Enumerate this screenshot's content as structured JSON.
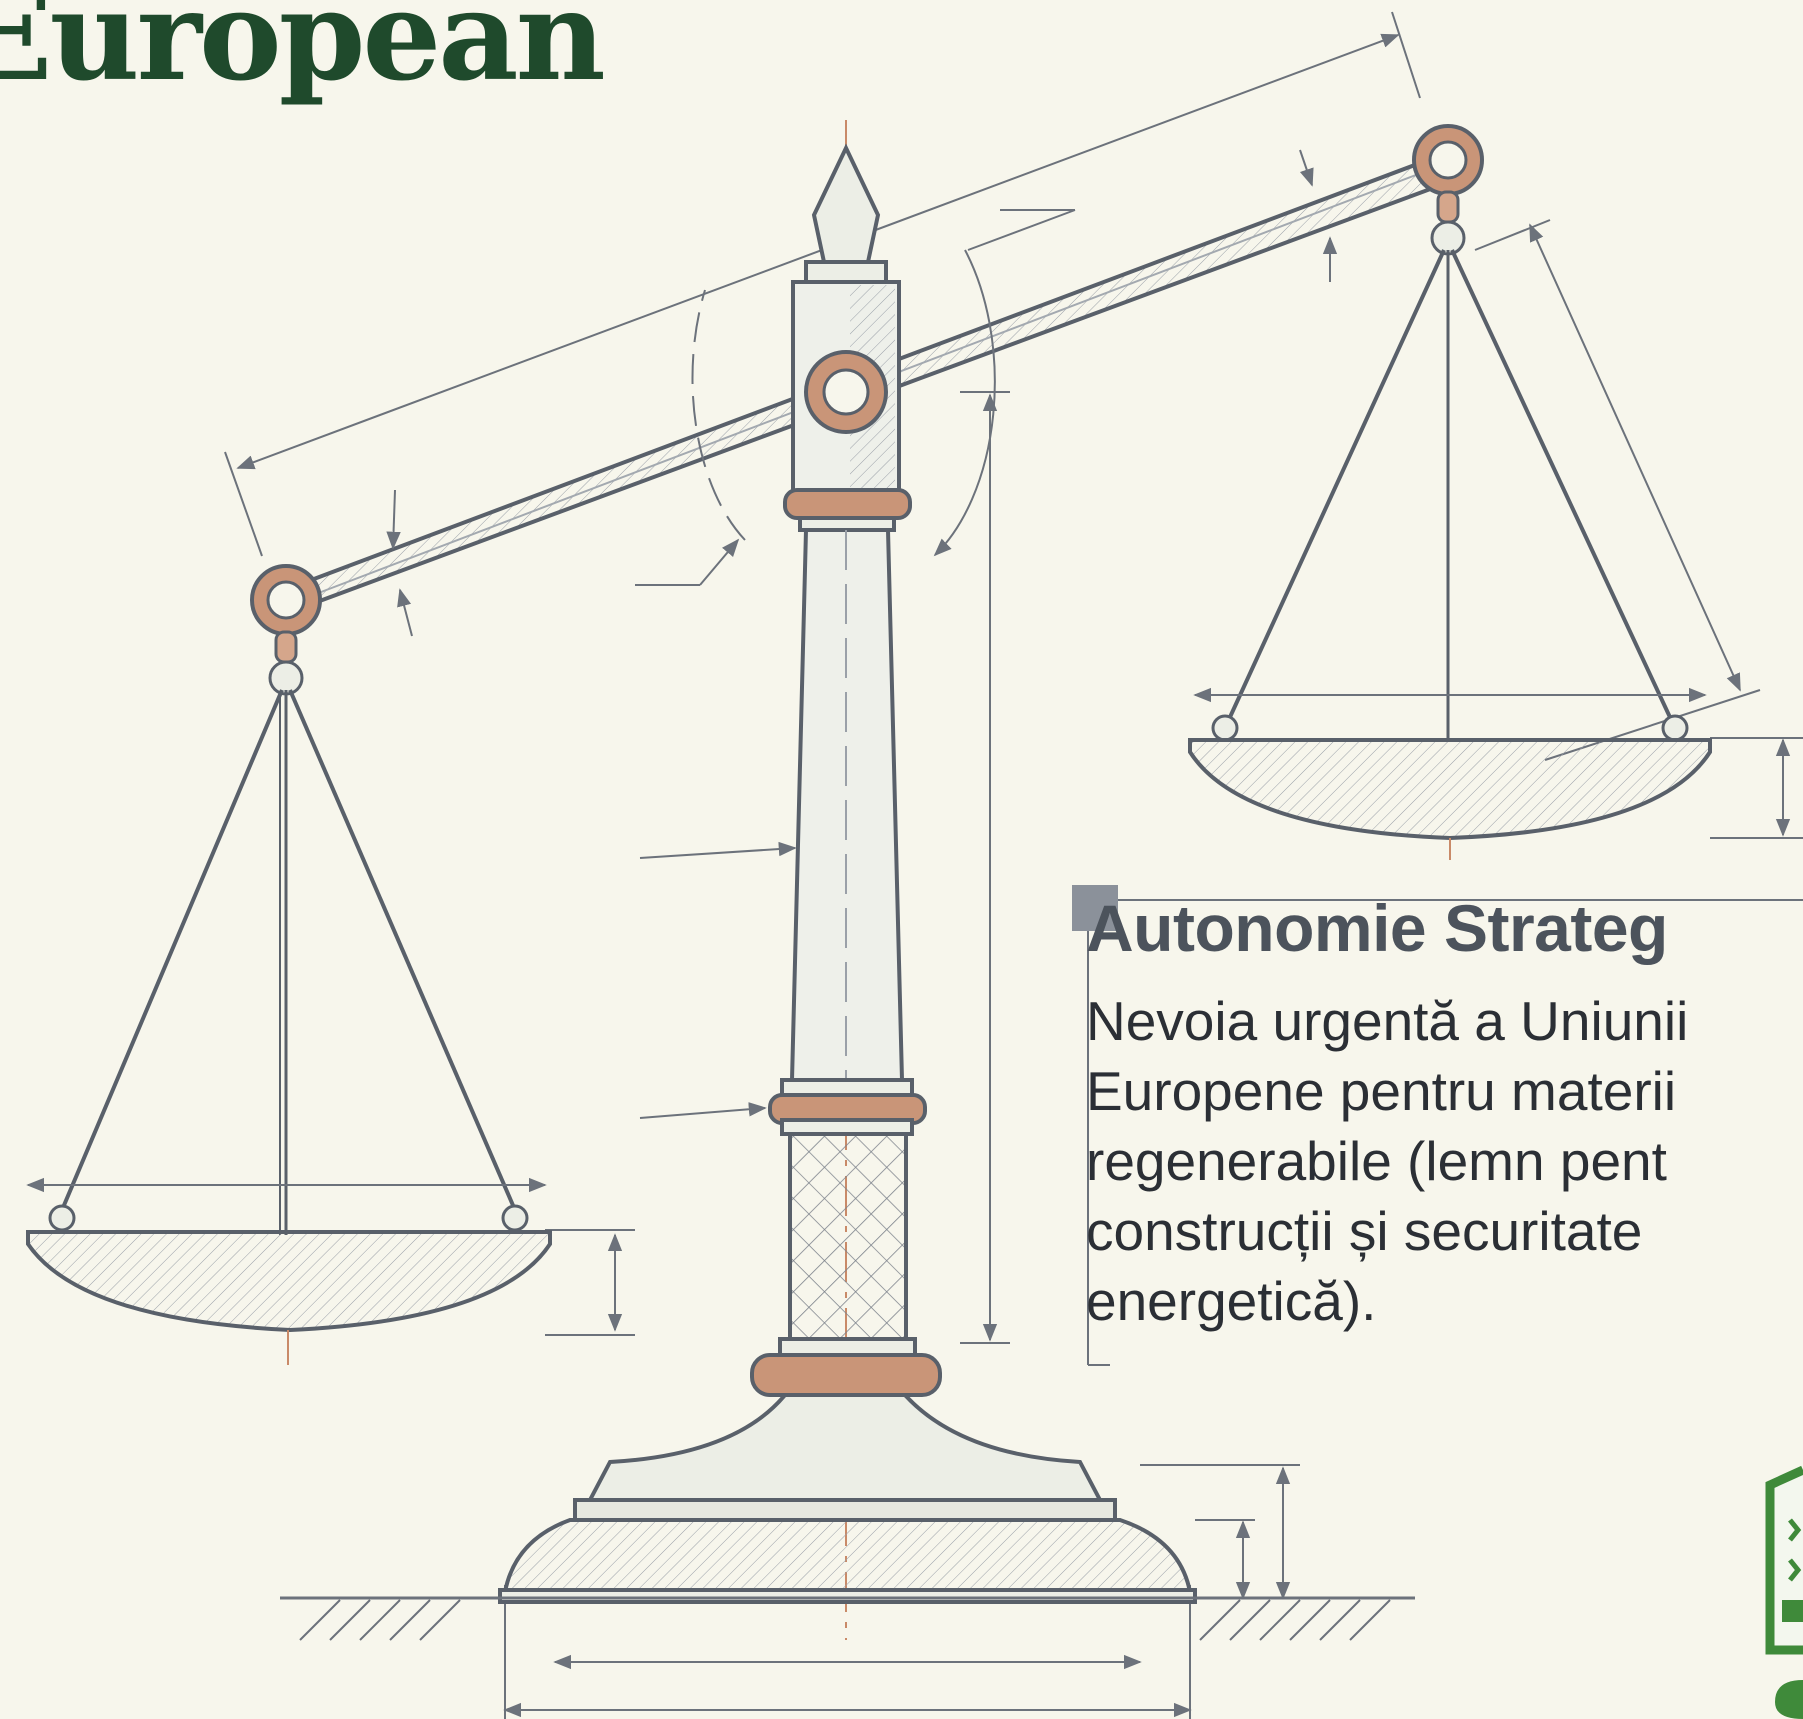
{
  "title": "European",
  "callout": {
    "heading": "Autonomie Strateg",
    "body_lines": [
      "Nevoia urgentă a Uniunii",
      "Europene pentru materii",
      "regenerabile (lemn pent",
      "construcții și securitate",
      "energetică)."
    ]
  },
  "colors": {
    "title": "#1f4a2c",
    "ink": "#59606a",
    "copper": "#b8805f",
    "logo_green": "#3f8a3a",
    "background": "#f7f6ec"
  },
  "icons": [
    "balance-scale-icon",
    "logo-icon"
  ]
}
